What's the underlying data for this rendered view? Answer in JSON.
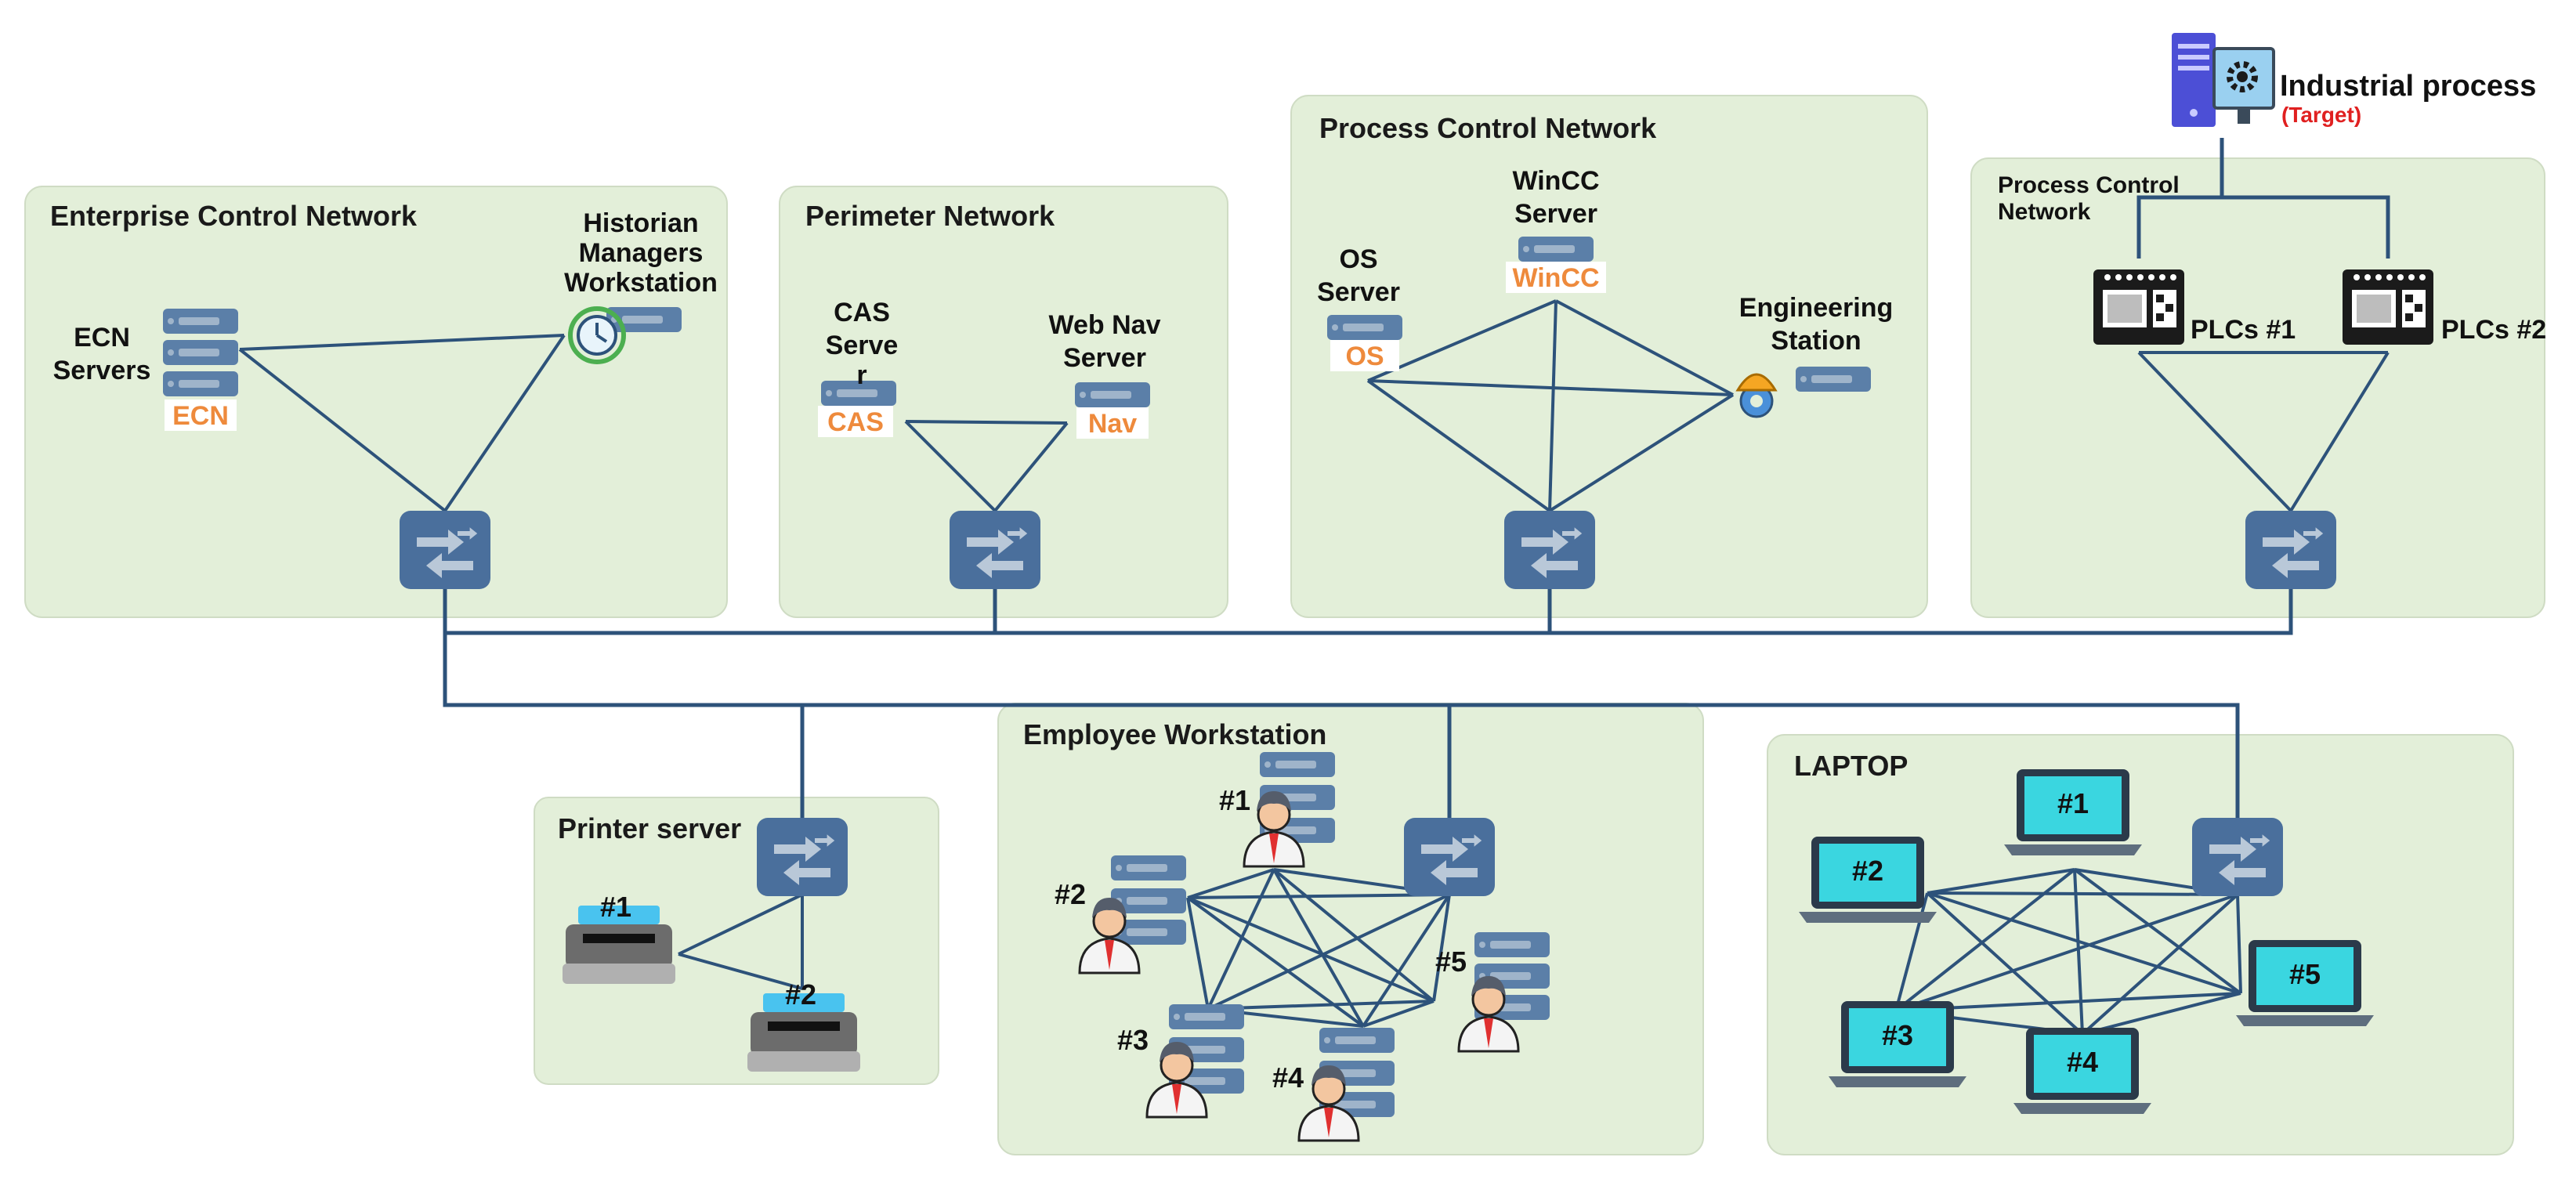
{
  "zones": {
    "enterprise": {
      "title": "Enterprise Control Network"
    },
    "perimeter": {
      "title": "Perimeter Network"
    },
    "process": {
      "title": "Process Control Network"
    },
    "plc_zone": {
      "title_line1": "Process Control",
      "title_line2": "Network"
    },
    "printer": {
      "title": "Printer server"
    },
    "employee": {
      "title": "Employee Workstation"
    },
    "laptop": {
      "title": "LAPTOP"
    }
  },
  "nodes": {
    "ecn": {
      "label_line1": "ECN",
      "label_line2": "Servers",
      "tag": "ECN"
    },
    "historian": {
      "label_line1": "Historian",
      "label_line2": "Managers",
      "label_line3": "Workstation"
    },
    "cas": {
      "label_line1": "CAS",
      "label_line2": "Serve",
      "label_line3": "r",
      "tag": "CAS"
    },
    "webnav": {
      "label_line1": "Web Nav",
      "label_line2": "Server",
      "tag": "Nav"
    },
    "os": {
      "label_line1": "OS",
      "label_line2": "Server",
      "tag": "OS"
    },
    "wincc": {
      "label_line1": "WinCC",
      "label_line2": "Server",
      "tag": "WinCC"
    },
    "engineering": {
      "label_line1": "Engineering",
      "label_line2": "Station"
    },
    "target": {
      "label": "Industrial process",
      "sublabel": "(Target)"
    },
    "plc1": {
      "label": "PLCs #1"
    },
    "plc2": {
      "label": "PLCs #2"
    },
    "printers": [
      "#1",
      "#2"
    ],
    "employees": [
      "#1",
      "#2",
      "#3",
      "#4",
      "#5"
    ],
    "laptops": [
      "#1",
      "#2",
      "#3",
      "#4",
      "#5"
    ]
  },
  "colors": {
    "zone_fill": "#e3efd9",
    "link": "#2d527a",
    "switch": "#4a6f9c",
    "server_unit": "#5b7fa8",
    "tag_text": "#ee8a3c",
    "target_text": "#e02020",
    "laptop_screen": "#3ad6e0"
  }
}
